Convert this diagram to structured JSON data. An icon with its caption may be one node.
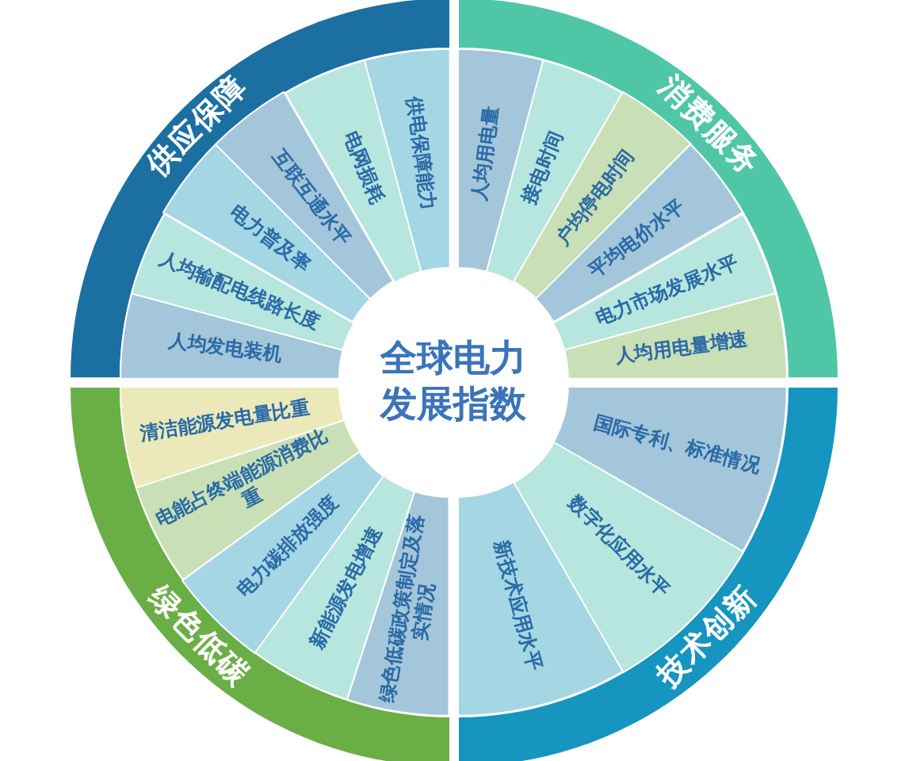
{
  "diagram": {
    "nodes": [
      {
        "text": [
          "全球电力发展指数"
        ]
      },
      {
        "text": [
          "供应保障"
        ]
      },
      {
        "text": [
          "人均发电装机"
        ]
      },
      {
        "text": [
          "人均输配电线路长度"
        ]
      },
      {
        "text": [
          "电力普及率"
        ]
      },
      {
        "text": [
          "互联互通水平"
        ]
      },
      {
        "text": [
          "电网损耗"
        ]
      },
      {
        "text": [
          "供电保障能力"
        ]
      },
      {
        "text": [
          "消费服务"
        ]
      },
      {
        "text": [
          "人均用电量"
        ]
      },
      {
        "text": [
          "接电时间"
        ]
      },
      {
        "text": [
          "户均停电时间"
        ]
      },
      {
        "text": [
          "平均电价水平"
        ]
      },
      {
        "text": [
          "电力市场发展水平"
        ]
      },
      {
        "text": [
          "人均用电量增速"
        ]
      },
      {
        "text": [
          "技术创新"
        ]
      },
      {
        "text": [
          "国际专利、标准情况"
        ]
      },
      {
        "text": [
          "数字化应用水平"
        ]
      },
      {
        "text": [
          "新技术应用水平"
        ]
      },
      {
        "text": [
          "绿色低碳"
        ]
      },
      {
        "text": [
          "清洁能源发电量比重"
        ]
      },
      {
        "text": [
          "电能占终端能源消费比重"
        ]
      },
      {
        "text": [
          "电力碳排放强度"
        ]
      },
      {
        "text": [
          "新能源发电增速"
        ]
      },
      {
        "text": [
          "绿色低碳政策制定及落实情况"
        ]
      }
    ]
  }
}
